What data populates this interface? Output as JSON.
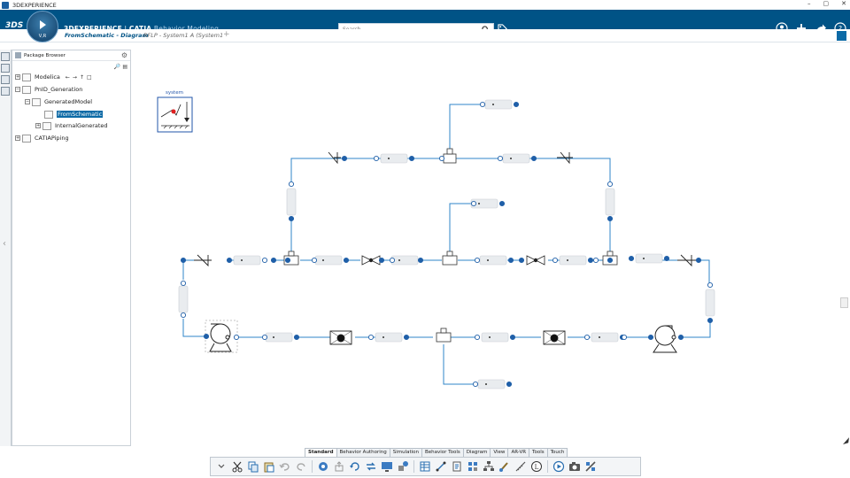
{
  "window": {
    "title": "3DEXPERIENCE",
    "controls": [
      "–",
      "▢",
      "✕"
    ]
  },
  "header": {
    "logo_text": "3DS",
    "brand_bold": "3DEXPERIENCE",
    "brand_sep": " | ",
    "brand_app": "CATIA",
    "brand_module": "Behavior Modeling",
    "compass_version": "V,R",
    "search_placeholder": "Search",
    "accent": "#005386"
  },
  "tabs": {
    "active_label": "FromSchematic - Diagram",
    "sub_label": "RFLP - System1 A (System1",
    "plus": "+"
  },
  "package_browser": {
    "title": "Package Browser",
    "nodes": [
      {
        "label": "Modelica",
        "expander": "+",
        "level": 0
      },
      {
        "label": "PnID_Generation",
        "expander": "−",
        "level": 0
      },
      {
        "label": "GeneratedModel",
        "expander": "−",
        "level": 1
      },
      {
        "label": "FromSchematic",
        "expander": "",
        "level": 2,
        "selected": true
      },
      {
        "label": "InternalGenerated",
        "expander": "+",
        "level": 2
      },
      {
        "label": "CATIAPiping",
        "expander": "+",
        "level": 0
      }
    ],
    "tool_glyphs": {
      "left": "←",
      "right": "→",
      "up": "↑",
      "open": "□"
    }
  },
  "diagram": {
    "system_label": "system",
    "line_color": "#2f86c8",
    "node_fill": "#1f5fa8"
  },
  "action_bar": {
    "tabs": [
      "Standard",
      "Behavior Authoring",
      "Simulation",
      "Behavior Tools",
      "Diagram",
      "View",
      "AR-VR",
      "Tools",
      "Touch"
    ],
    "active_tab": "Standard"
  }
}
